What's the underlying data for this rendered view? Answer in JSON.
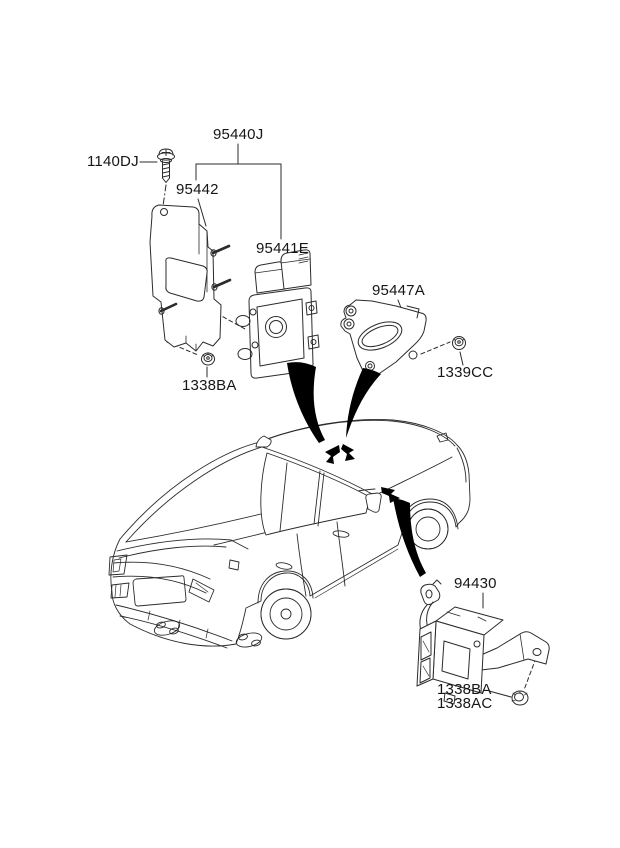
{
  "diagram": {
    "background_color": "#ffffff",
    "line_color": "#2b2b2b",
    "arrow_color": "#000000",
    "labels": {
      "assembly": "95440J",
      "screw": "1140DJ",
      "bracket": "95442",
      "ecu": "95441E",
      "side_bracket": "95447A",
      "bracket_nut": "1338BA",
      "side_nut": "1339CC",
      "module": "94430",
      "module_nut_a": "1338BA",
      "module_nut_b": "1338AC"
    }
  }
}
